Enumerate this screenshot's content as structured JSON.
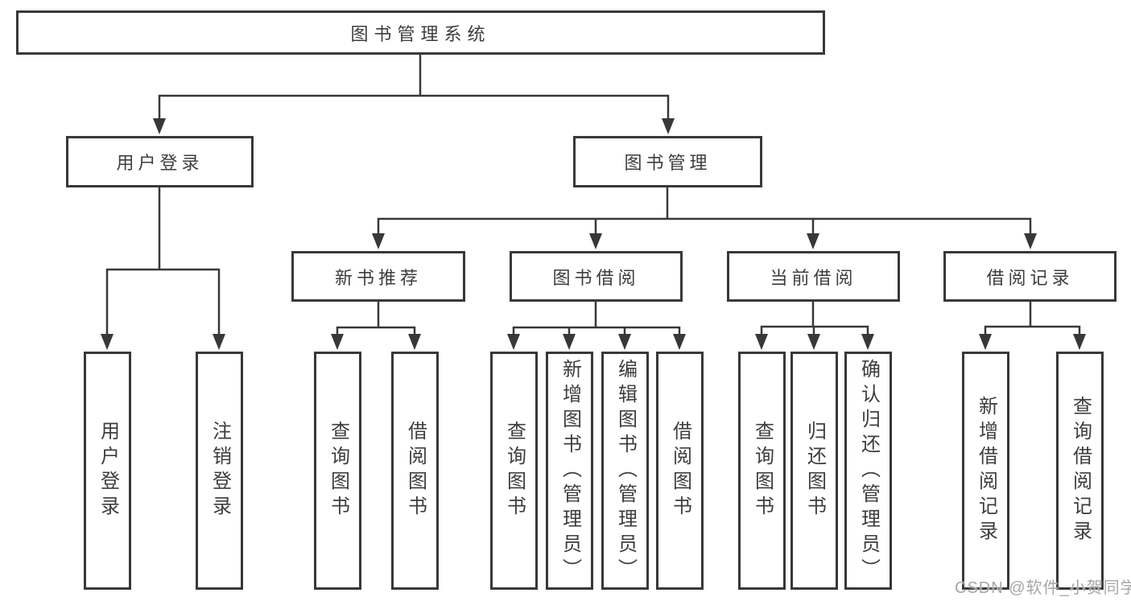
{
  "diagram": {
    "root": {
      "label": "图书管理系统"
    },
    "branches": [
      {
        "label": "用户登录",
        "children": [
          {
            "label": "用户登录"
          },
          {
            "label": "注销登录"
          }
        ]
      },
      {
        "label": "图书管理",
        "children": [
          {
            "label": "新书推荐",
            "children": [
              {
                "label": "查询图书"
              },
              {
                "label": "借阅图书"
              }
            ]
          },
          {
            "label": "图书借阅",
            "children": [
              {
                "label": "查询图书"
              },
              {
                "label": "新增图书（管理员）"
              },
              {
                "label": "编辑图书（管理员）"
              },
              {
                "label": "借阅图书"
              }
            ]
          },
          {
            "label": "当前借阅",
            "children": [
              {
                "label": "查询图书"
              },
              {
                "label": "归还图书"
              },
              {
                "label": "确认归还（管理员）"
              }
            ]
          },
          {
            "label": "借阅记录",
            "children": [
              {
                "label": "新增借阅记录"
              },
              {
                "label": "查询借阅记录"
              }
            ]
          }
        ]
      }
    ]
  },
  "watermark": {
    "text": "CSDN @软件_小贺同学"
  },
  "colors": {
    "line": "#383838",
    "box_border": "#383838",
    "text": "#3d3d3d",
    "watermark": "#a6a6a6",
    "background": "#ffffff"
  }
}
